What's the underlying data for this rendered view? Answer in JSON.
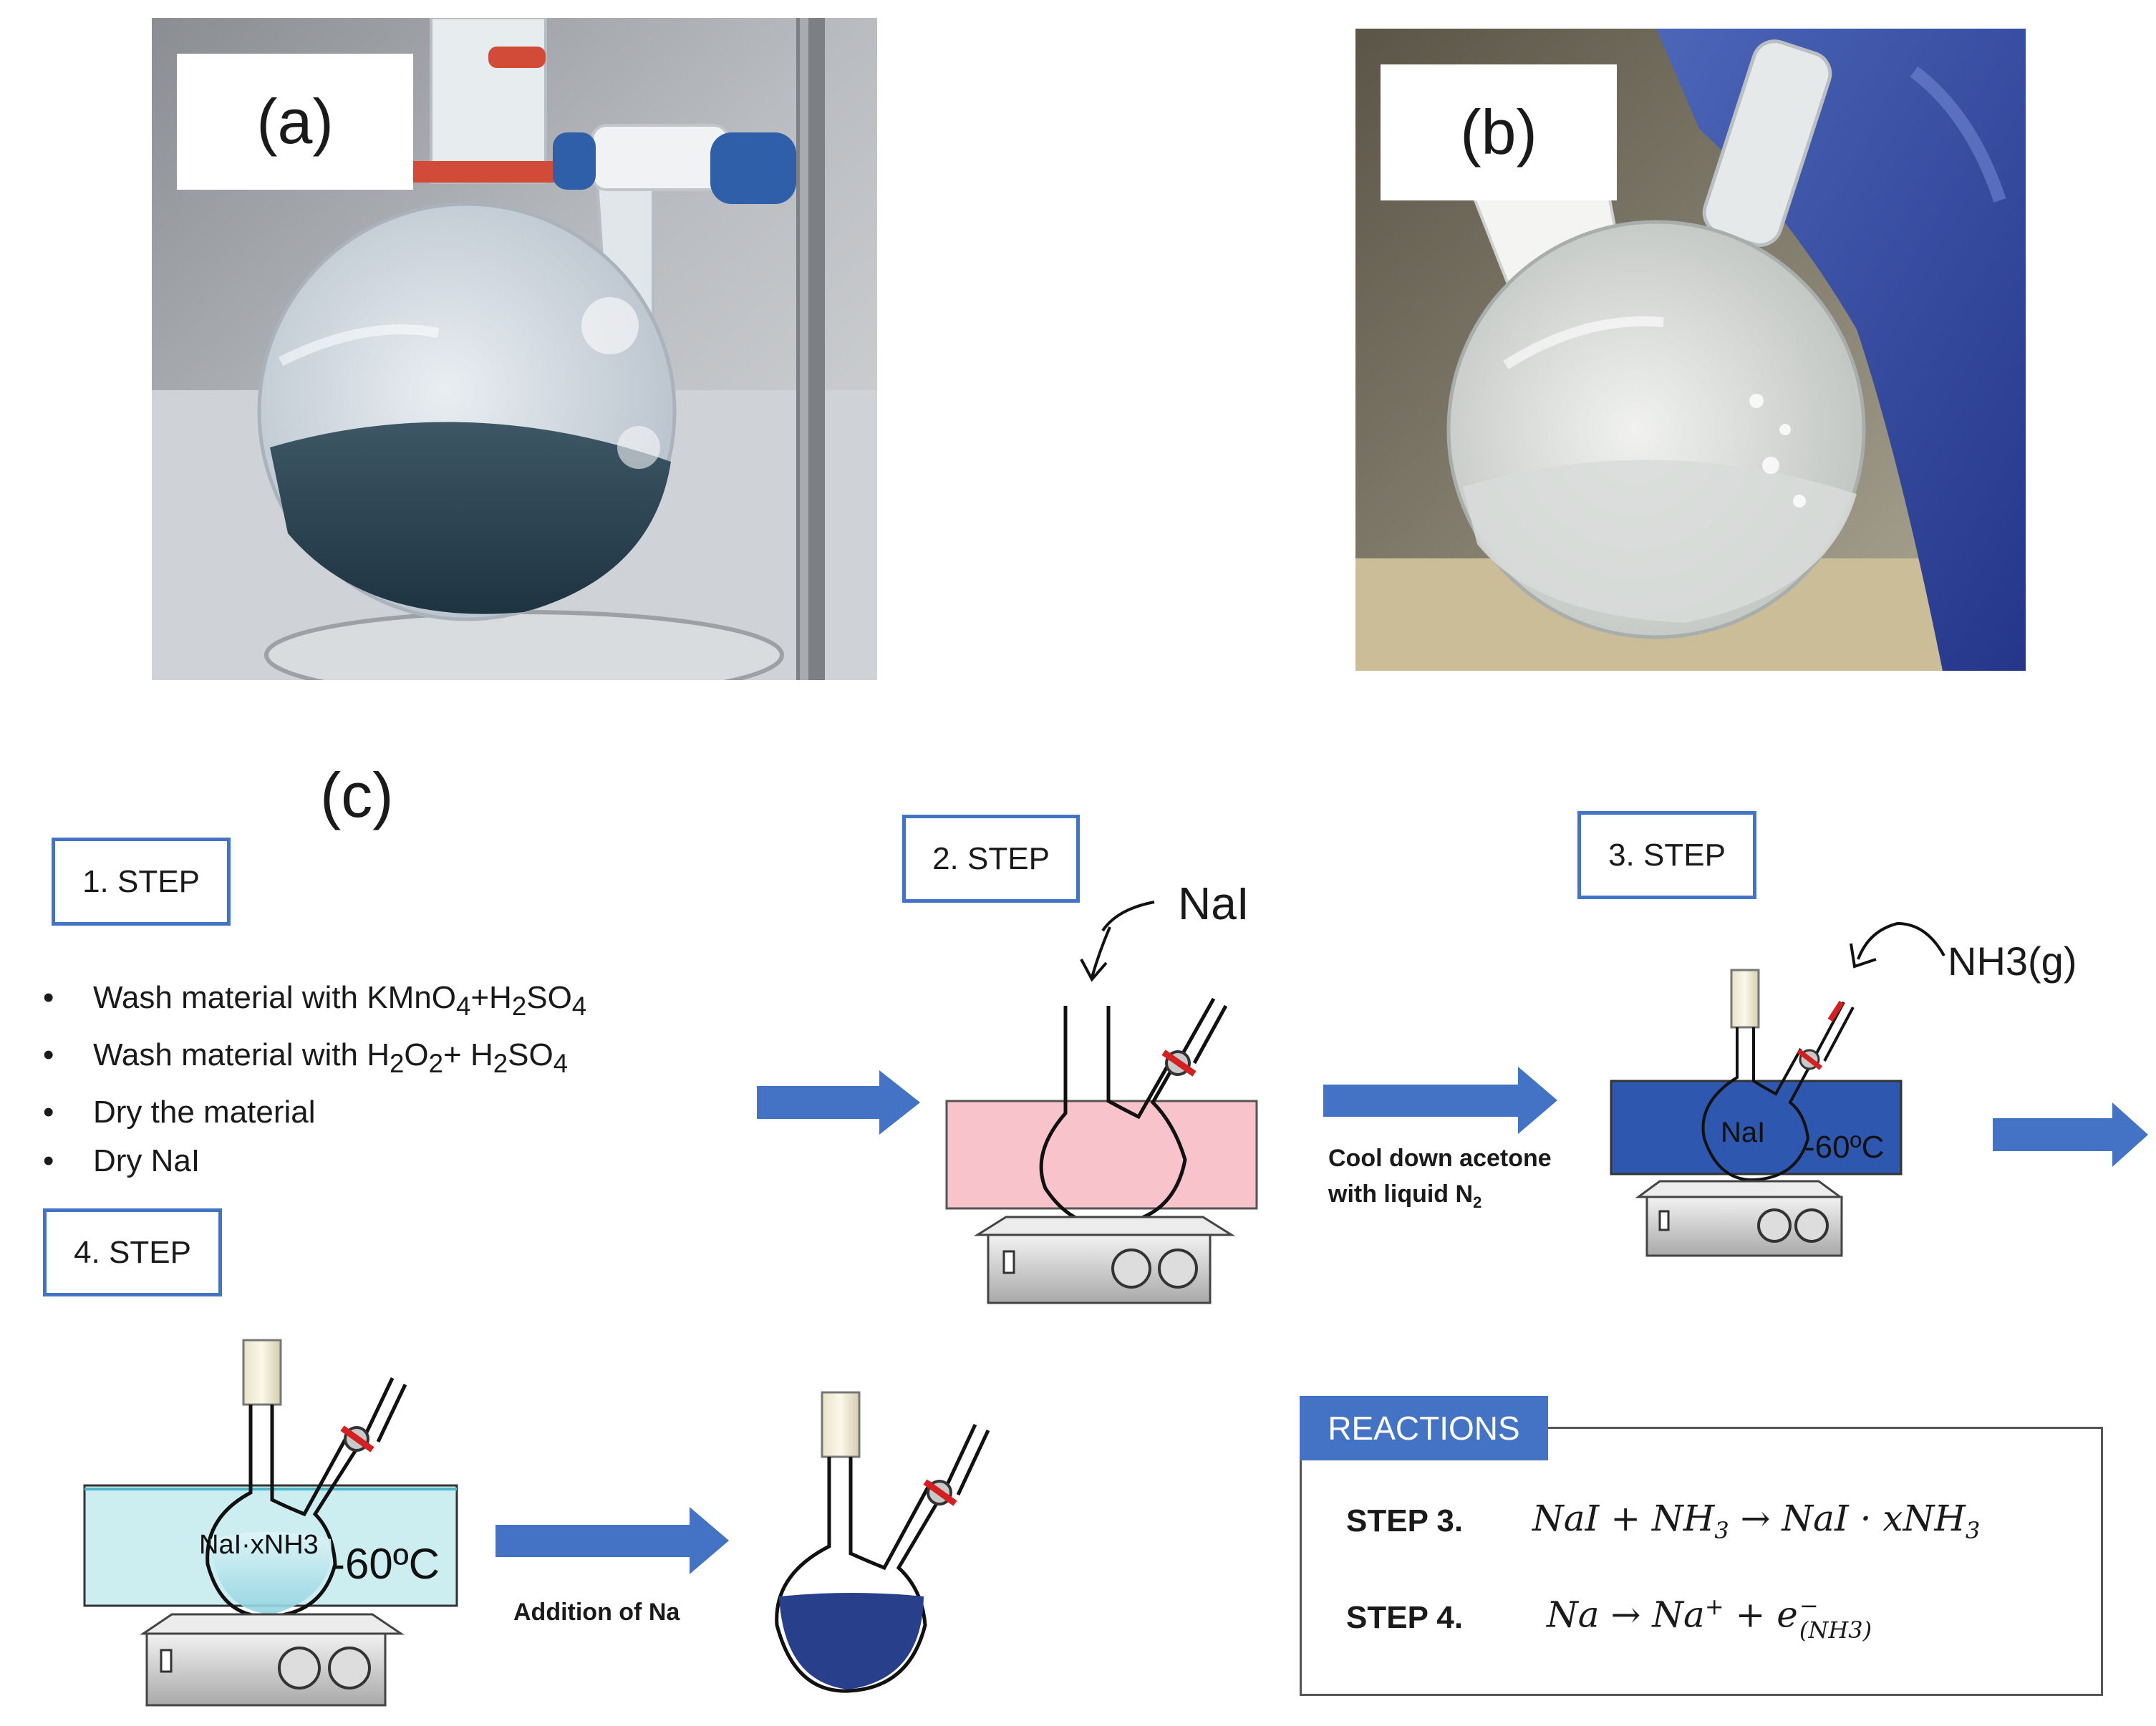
{
  "panels": {
    "a_label": "(a)",
    "b_label": "(b)",
    "c_label": "(c)"
  },
  "steps": {
    "step1": "1. STEP",
    "step2": "2. STEP",
    "step3": "3. STEP",
    "step4": "4. STEP"
  },
  "step1_bullets": [
    {
      "pre": "Wash material with KMnO",
      "s1": "4",
      "mid": "+H",
      "s2": "2",
      "post": "SO",
      "s3": "4",
      "tail": ""
    },
    {
      "pre": "Wash material with H",
      "s1": "2",
      "mid": "O",
      "s2": "2",
      "post": "+ H",
      "s3": "2",
      "tail": "SO",
      "s4": "4"
    },
    {
      "pre": "Dry the material"
    },
    {
      "pre": "Dry NaI"
    }
  ],
  "labels": {
    "nai_reagent": "NaI",
    "nh3_gas": "NH3(g)",
    "nai_in_flask": "NaI",
    "temp_step3": "-60ºC",
    "nai_xnh3": "NaI·xNH3",
    "temp_step4": "-60ºC",
    "cool_line1": "Cool down acetone",
    "cool_line2": "with liquid N",
    "cool_sub": "2",
    "addition_na": "Addition of Na"
  },
  "reactions": {
    "title": "REACTIONS",
    "step3_label": "STEP 3.",
    "step4_label": "STEP 4.",
    "eq3": {
      "a": "NaI + NH",
      "a_sub": "3",
      "b": " → NaI · xNH",
      "b_sub": "3"
    },
    "eq4": {
      "a": "Na → Na",
      "a_sup": "+",
      "b": " + e",
      "b_sup": "−",
      "b_sub": "(NH3)"
    }
  },
  "colors": {
    "step_border": "#4472c4",
    "arrow": "#4472c4",
    "pink_bath": "#f9c3cb",
    "blue_bath": "#2e57b0",
    "cyan_bath": "#cdeef1",
    "dark_blue_liquid": "#283f8c",
    "valve_red": "#d42020"
  }
}
